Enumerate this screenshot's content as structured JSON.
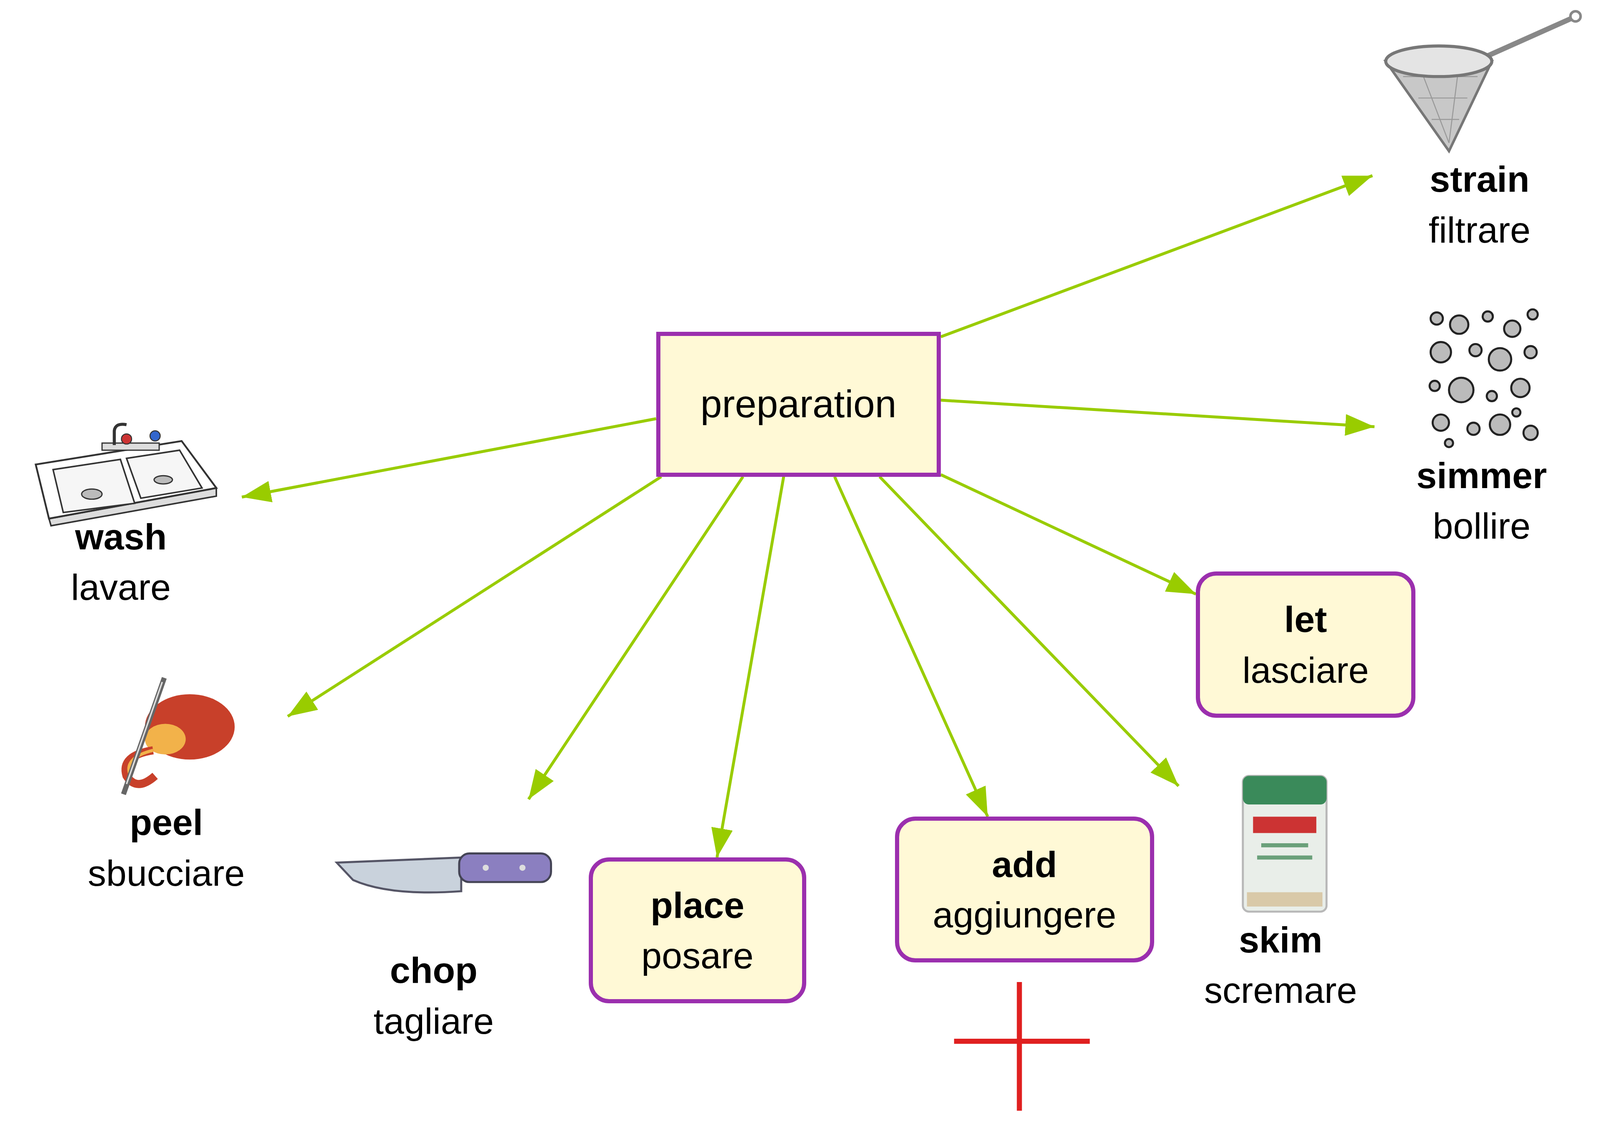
{
  "diagram": {
    "nodes": [
      {
        "text": [
          "preparation"
        ]
      },
      {
        "text": [
          "wash",
          "lavare"
        ]
      },
      {
        "text": [
          "peel",
          "sbucciare"
        ]
      },
      {
        "text": [
          "chop",
          "tagliare"
        ]
      },
      {
        "text": [
          "place",
          "posare"
        ]
      },
      {
        "text": [
          "add",
          "aggiungere"
        ]
      },
      {
        "text": [
          "skim",
          "scremare"
        ]
      },
      {
        "text": [
          "let",
          "lasciare"
        ]
      },
      {
        "text": [
          "simmer",
          "bollire"
        ]
      },
      {
        "text": [
          "strain",
          "filtrare"
        ]
      }
    ],
    "edges": [
      {
        "from": 0,
        "to": 1,
        "arrow": "to"
      },
      {
        "from": 0,
        "to": 2,
        "arrow": "to"
      },
      {
        "from": 0,
        "to": 3,
        "arrow": "to"
      },
      {
        "from": 0,
        "to": 4,
        "arrow": "to"
      },
      {
        "from": 0,
        "to": 5,
        "arrow": "to"
      },
      {
        "from": 0,
        "to": 6,
        "arrow": "to"
      },
      {
        "from": 0,
        "to": 7,
        "arrow": "to"
      },
      {
        "from": 0,
        "to": 8,
        "arrow": "to"
      },
      {
        "from": 0,
        "to": 9,
        "arrow": "to"
      }
    ]
  }
}
